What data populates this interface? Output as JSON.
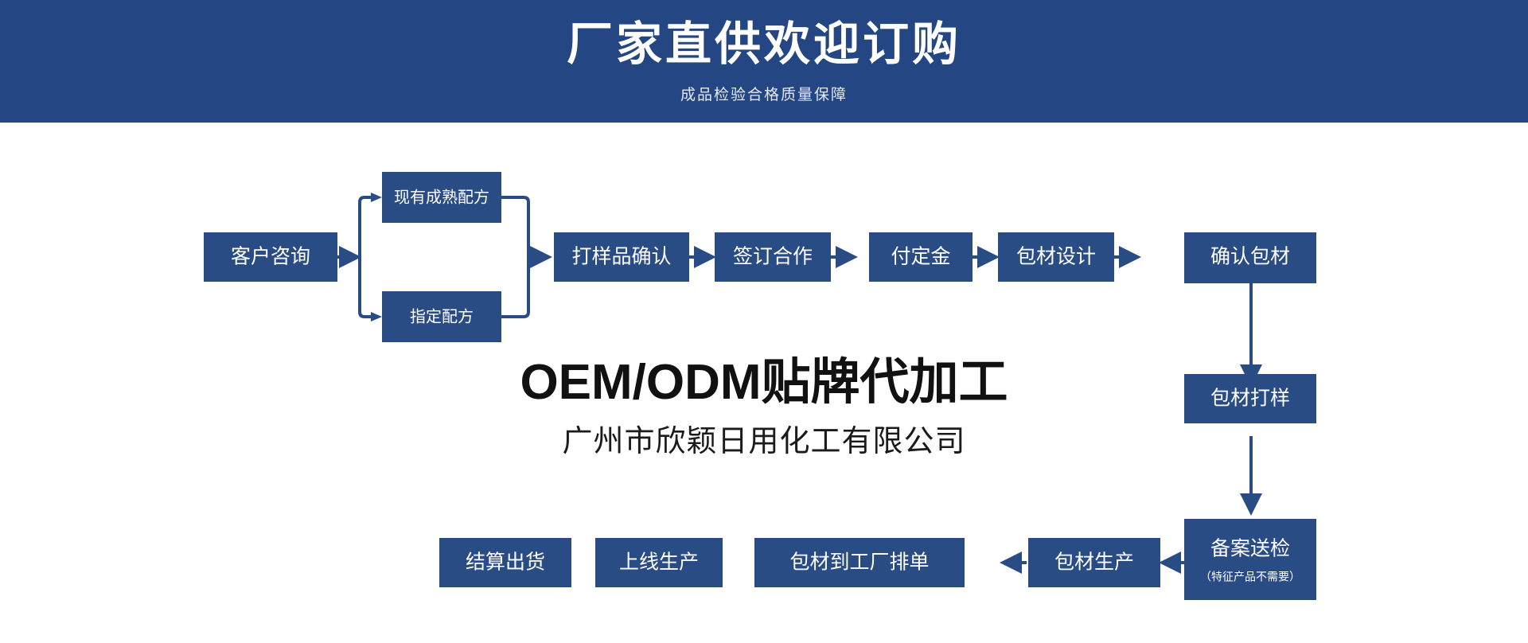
{
  "banner": {
    "title": "厂家直供欢迎订购",
    "subtitle": "成品检验合格质量保障",
    "bg_color": "#244683"
  },
  "center": {
    "headline": "OEM/ODM贴牌代加工",
    "company": "广州市欣颖日用化工有限公司"
  },
  "theme": {
    "node_fill": "#2a4c85",
    "node_text": "#ffffff",
    "connector": "#2a4c85",
    "page_bg": "#ffffff"
  },
  "flow": {
    "nodes": [
      {
        "id": "n1",
        "label": "客户咨询"
      },
      {
        "id": "n2a",
        "label": "现有成熟配方"
      },
      {
        "id": "n2b",
        "label": "指定配方"
      },
      {
        "id": "n3",
        "label": "打样品确认"
      },
      {
        "id": "n4",
        "label": "签订合作"
      },
      {
        "id": "n5",
        "label": "付定金"
      },
      {
        "id": "n6",
        "label": "包材设计"
      },
      {
        "id": "n7",
        "label": "确认包材"
      },
      {
        "id": "n8",
        "label": "包材打样"
      },
      {
        "id": "n9",
        "label": "备案送检",
        "sublabel": "（特征产品不需要）"
      },
      {
        "id": "n10",
        "label": "包材生产"
      },
      {
        "id": "n11",
        "label": "包材到工厂排单"
      },
      {
        "id": "n12",
        "label": "上线生产"
      },
      {
        "id": "n13",
        "label": "结算出货"
      }
    ],
    "edges": [
      {
        "from": "n1",
        "to": "n2a"
      },
      {
        "from": "n1",
        "to": "n2b"
      },
      {
        "from": "n2a",
        "to": "n3"
      },
      {
        "from": "n2b",
        "to": "n3"
      },
      {
        "from": "n3",
        "to": "n4"
      },
      {
        "from": "n4",
        "to": "n5"
      },
      {
        "from": "n5",
        "to": "n6"
      },
      {
        "from": "n6",
        "to": "n7"
      },
      {
        "from": "n7",
        "to": "n8"
      },
      {
        "from": "n8",
        "to": "n9"
      },
      {
        "from": "n9",
        "to": "n10"
      },
      {
        "from": "n10",
        "to": "n11"
      },
      {
        "from": "n11",
        "to": "n12"
      },
      {
        "from": "n12",
        "to": "n13"
      }
    ]
  }
}
